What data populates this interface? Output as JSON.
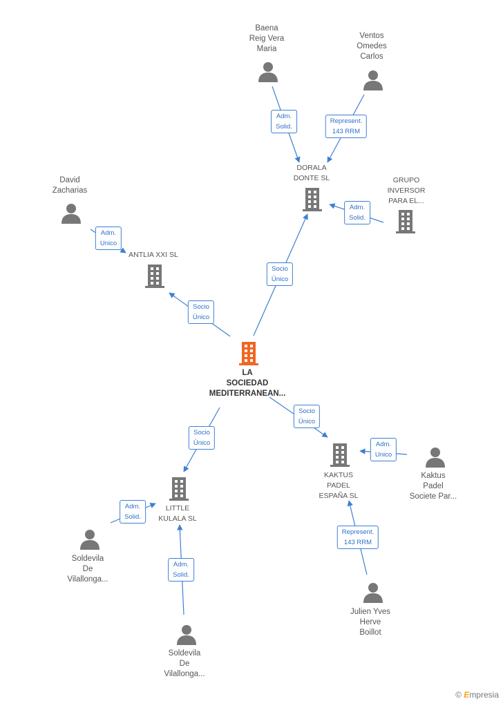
{
  "center": {
    "name_lines": [
      "LA",
      "SOCIEDAD",
      "MEDITERRANEAN..."
    ]
  },
  "companies": {
    "dorala": {
      "name_lines": [
        "DORALA",
        "DONTE SL"
      ]
    },
    "grupo": {
      "name_lines": [
        "GRUPO",
        "INVERSOR",
        "PARA EL..."
      ]
    },
    "antlia": {
      "name_lines": [
        "ANTLIA XXI SL"
      ]
    },
    "kaktus_padel": {
      "name_lines": [
        "KAKTUS",
        "PADEL",
        "ESPAÑA  SL"
      ]
    },
    "little": {
      "name_lines": [
        "LITTLE",
        "KULALA  SL"
      ]
    }
  },
  "persons": {
    "baena": {
      "name_lines": [
        "Baena",
        "Reig Vera",
        "Maria"
      ]
    },
    "ventos": {
      "name_lines": [
        "Ventos",
        "Omedes",
        "Carlos"
      ]
    },
    "david": {
      "name_lines": [
        "David",
        "Zacharias"
      ]
    },
    "kaktus_societe": {
      "name_lines": [
        "Kaktus",
        "Padel",
        "Societe Par..."
      ]
    },
    "julien": {
      "name_lines": [
        "Julien Yves",
        "Herve",
        "Boillot"
      ]
    },
    "soldevila1": {
      "name_lines": [
        "Soldevila",
        "De",
        "Vilallonga..."
      ]
    },
    "soldevila2": {
      "name_lines": [
        "Soldevila",
        "De",
        "Vilallonga..."
      ]
    }
  },
  "edges": {
    "baena_dorala": [
      "Adm.",
      "Solid."
    ],
    "ventos_dorala": [
      "Represent.",
      "143 RRM"
    ],
    "grupo_dorala": [
      "Adm.",
      "Solid."
    ],
    "center_dorala": [
      "Socio",
      "Único"
    ],
    "david_antlia": [
      "Adm.",
      "Unico"
    ],
    "center_antlia": [
      "Socio",
      "Único"
    ],
    "center_kaktus": [
      "Socio",
      "Único"
    ],
    "societe_kaktus": [
      "Adm.",
      "Unico"
    ],
    "julien_kaktus": [
      "Represent.",
      "143 RRM"
    ],
    "center_little": [
      "Socio",
      "Único"
    ],
    "soldevila1_little": [
      "Adm.",
      "Solid."
    ],
    "soldevila2_little": [
      "Adm.",
      "Solid."
    ]
  },
  "colors": {
    "center": "#f26522",
    "node": "#777777",
    "edge": "#3d7fd4"
  },
  "icons": {
    "person": "person-icon",
    "company": "building-icon"
  },
  "brand": {
    "symbol": "©",
    "text": "mpresia",
    "initial": "E"
  }
}
